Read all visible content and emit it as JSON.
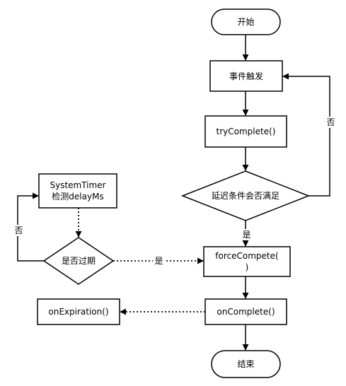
{
  "nodes": {
    "start": "开始",
    "trigger": "事件触发",
    "try_complete": "tryComplete()",
    "condition": "延迟条件会否满足",
    "force_complete": "forceCompete(\n)",
    "on_complete": "onComplete()",
    "end": "结束",
    "system_timer": "SystemTimer\n检测delayMs",
    "expired_check": "是否过期",
    "on_expiration": "onExpiration()"
  },
  "edges": {
    "condition_yes": "是",
    "condition_no": "否",
    "expired_yes": "是",
    "expired_no": "否"
  },
  "colors": {
    "stroke": "#000000",
    "fill": "#ffffff",
    "text": "#000000"
  }
}
